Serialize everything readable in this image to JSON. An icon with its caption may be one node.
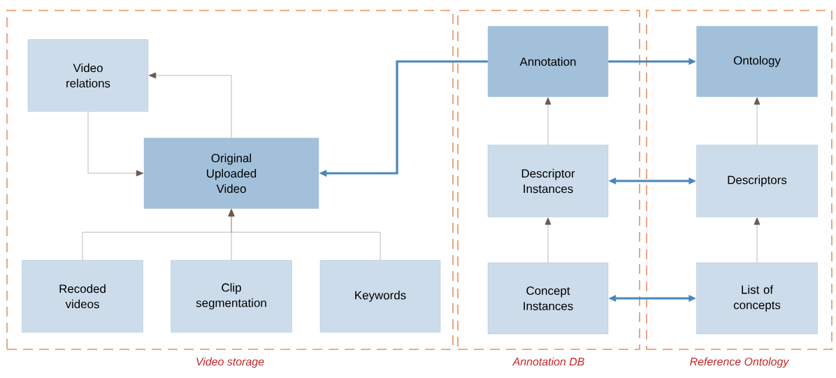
{
  "diagram": {
    "nodes": [
      {
        "text": [
          "Video storage"
        ]
      },
      {
        "text": [
          "Annotation DB"
        ]
      },
      {
        "text": [
          "Reference  Ontology"
        ]
      },
      {
        "text": [
          "Video relations"
        ],
        "in": 0
      },
      {
        "text": [
          "Original Uploaded Video"
        ],
        "in": 0
      },
      {
        "text": [
          "Recoded videos"
        ],
        "in": 0
      },
      {
        "text": [
          "Clip segmentation"
        ],
        "in": 0
      },
      {
        "text": [
          "Keywords"
        ],
        "in": 0
      },
      {
        "text": [
          "Annotation"
        ],
        "in": 1
      },
      {
        "text": [
          "Descriptor Instances"
        ],
        "in": 1
      },
      {
        "text": [
          "Concept Instances"
        ],
        "in": 1
      },
      {
        "text": [
          "Ontology"
        ],
        "in": 2
      },
      {
        "text": [
          "Descriptors"
        ],
        "in": 2
      },
      {
        "text": [
          "List of concepts"
        ],
        "in": 2
      }
    ],
    "edges": [
      {
        "from": 4,
        "to": 3,
        "arrow": "to"
      },
      {
        "from": 3,
        "to": 4,
        "arrow": "to"
      },
      {
        "from": 5,
        "to": 4,
        "arrow": "to"
      },
      {
        "from": 6,
        "to": 4,
        "arrow": "to"
      },
      {
        "from": 7,
        "to": 4,
        "arrow": "to"
      },
      {
        "from": 8,
        "to": 4,
        "arrow": "to",
        "style": "thick",
        "color": "#4a86b8"
      },
      {
        "from": 8,
        "to": 11,
        "arrow": "to",
        "style": "thick",
        "color": "#4a86b8"
      },
      {
        "from": 9,
        "to": 8,
        "arrow": "to"
      },
      {
        "from": 10,
        "to": 9,
        "arrow": "to"
      },
      {
        "from": 9,
        "to": 12,
        "arrow": "both",
        "style": "thick",
        "color": "#4a86b8"
      },
      {
        "from": 10,
        "to": 13,
        "arrow": "both",
        "style": "thick",
        "color": "#4a86b8"
      },
      {
        "from": 12,
        "to": 11,
        "arrow": "to"
      },
      {
        "from": 13,
        "to": 12,
        "arrow": "to"
      }
    ]
  }
}
